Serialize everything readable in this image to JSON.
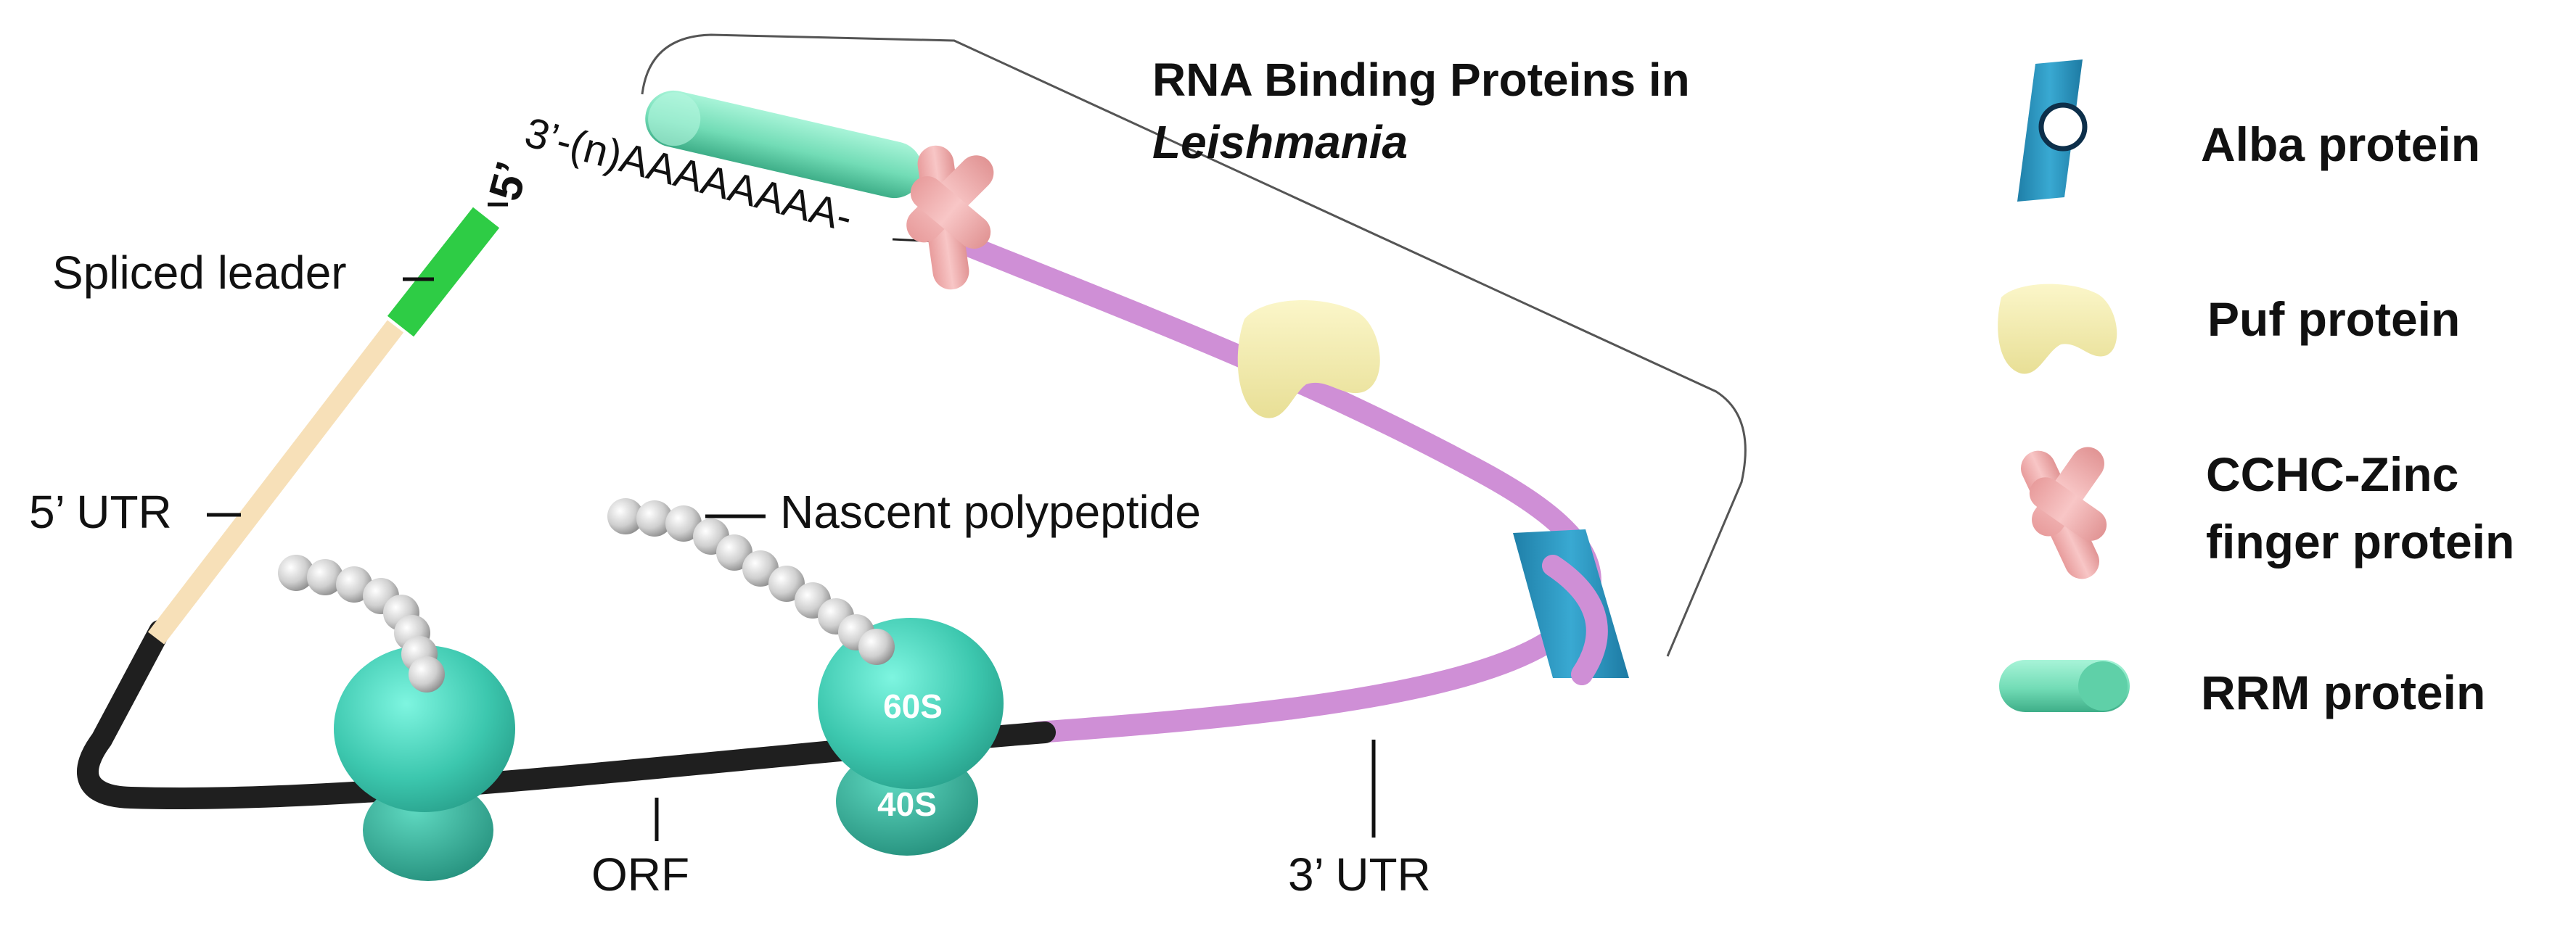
{
  "title": {
    "line1": "RNA Binding Proteins in",
    "line2": "Leishmania"
  },
  "labels": {
    "spliced_leader": "Spliced leader",
    "five_prime": "5’",
    "five_utr": "5’ UTR",
    "three_prime_tail": "3’-(n)AAAAAAAA-",
    "nascent_polypeptide": "Nascent polypeptide",
    "orf": "ORF",
    "three_utr": "3’ UTR",
    "ribosome_large": "60S",
    "ribosome_small": "40S"
  },
  "legend": {
    "items": [
      {
        "icon": "alba-protein-icon",
        "label": "Alba protein",
        "color": "#2e9cc4"
      },
      {
        "icon": "puf-protein-icon",
        "label": "Puf protein",
        "color": "#f3eeb0"
      },
      {
        "icon": "cchc-zinc-finger-icon",
        "label_line1": "CCHC-Zinc",
        "label_line2": "finger protein",
        "color": "#f2b3b3"
      },
      {
        "icon": "rrm-protein-icon",
        "label": "RRM protein",
        "color": "#7fe3be"
      }
    ]
  },
  "colors": {
    "orf": "#1f1f1f",
    "five_utr": "#f7e0b8",
    "three_utr": "#cf8fd6",
    "spliced_leader": "#2ecc45",
    "ribosome": "#3fc8b0",
    "polypeptide": "#c8c8c8"
  }
}
